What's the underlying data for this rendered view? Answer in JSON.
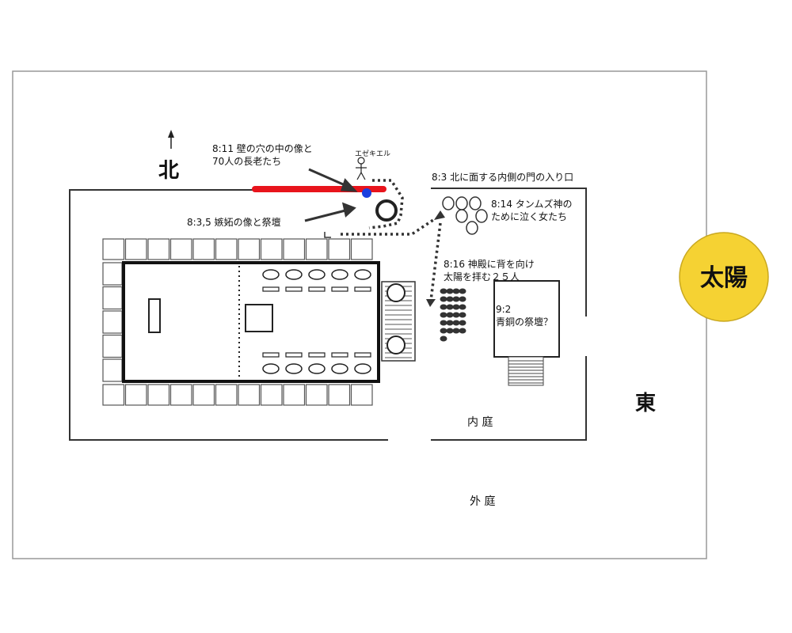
{
  "compass": {
    "north": "北",
    "east": "東"
  },
  "sun": {
    "label": "太陽",
    "fill": "#F5D233",
    "stroke": "#C9A820"
  },
  "ezekiel": {
    "label": "エゼキエル"
  },
  "annotations": {
    "a811_line1": "8:11 壁の穴の中の像と",
    "a811_line2": "70人の長老たち",
    "a835": "8:3,5 嫉妬の像と祭壇",
    "a83": "8:3 北に面する内側の門の入り口",
    "a814_line1": "8:14 タンムズ神の",
    "a814_line2": "ために泣く女たち",
    "a816_line1": "8:16 神殿に背を向け",
    "a816_line2": "太陽を拝む２５人",
    "a92_line1": "9:2",
    "a92_line2": "青銅の祭壇？"
  },
  "courts": {
    "inner": "内 庭",
    "outer": "外 庭"
  },
  "colors": {
    "wall_highlight": "#E8141C",
    "hole_marker": "#1A3FE0",
    "ink": "#222222"
  }
}
